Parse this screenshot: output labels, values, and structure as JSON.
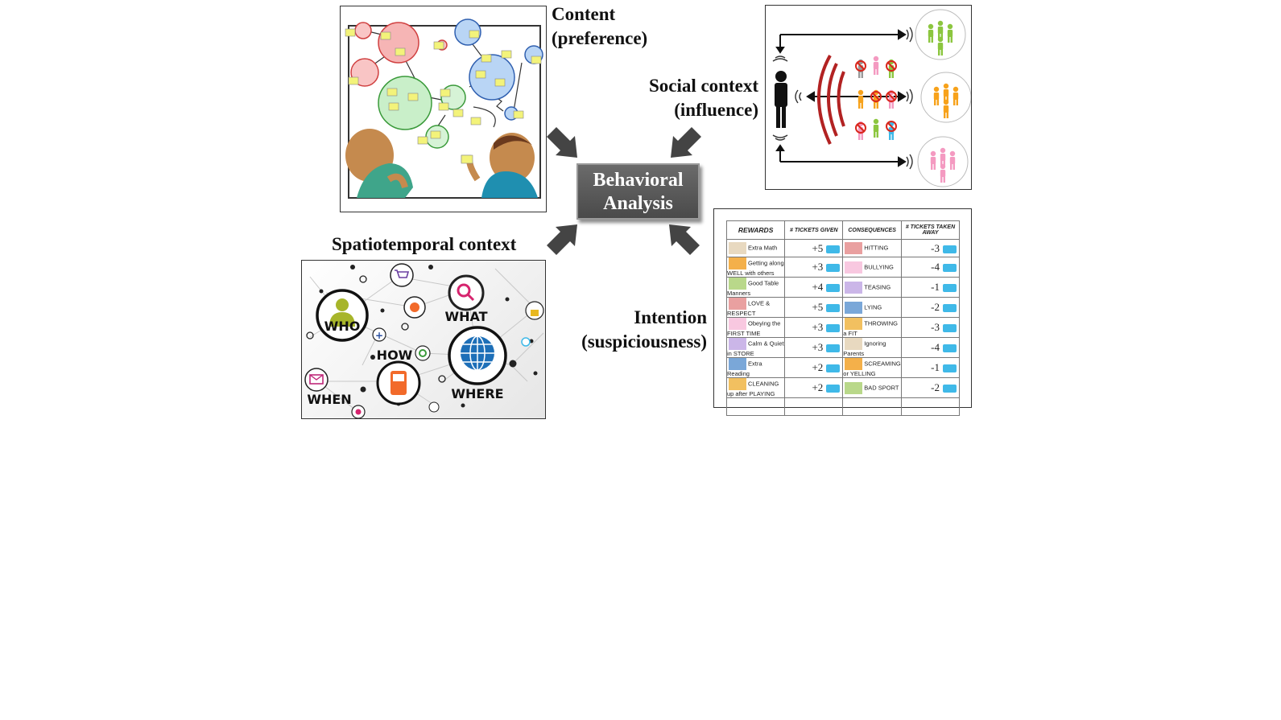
{
  "labels": {
    "content": [
      "Content",
      "(preference)"
    ],
    "social": [
      "Social context",
      "(influence)"
    ],
    "spatiotemporal": "Spatiotemporal context",
    "intention": [
      "Intention",
      "(suspiciousness)"
    ]
  },
  "center": [
    "Behavioral",
    "Analysis"
  ],
  "w5": {
    "who": "WHO",
    "what": "WHAT",
    "how": "HOW",
    "when": "WHEN",
    "where": "WHERE"
  },
  "rewards_table": {
    "headers": [
      "REWARDS",
      "# TICKETS GIVEN",
      "CONSEQUENCES",
      "# TICKETS TAKEN AWAY"
    ],
    "rows": [
      {
        "reward": "Extra Math",
        "given": "+5",
        "consequence": "HITTING",
        "taken": "-3"
      },
      {
        "reward": "Getting along WELL with others",
        "given": "+3",
        "consequence": "BULLYING",
        "taken": "-4"
      },
      {
        "reward": "Good Table Manners",
        "given": "+4",
        "consequence": "TEASING",
        "taken": "-1"
      },
      {
        "reward": "LOVE & RESPECT",
        "given": "+5",
        "consequence": "LYING",
        "taken": "-2"
      },
      {
        "reward": "Obeying the FIRST TIME",
        "given": "+3",
        "consequence": "THROWING a FIT",
        "taken": "-3"
      },
      {
        "reward": "Calm & Quiet in STORE",
        "given": "+3",
        "consequence": "Ignoring Parents",
        "taken": "-4"
      },
      {
        "reward": "Extra Reading",
        "given": "+2",
        "consequence": "SCREAMING or YELLING",
        "taken": "-1"
      },
      {
        "reward": "CLEANING up after PLAYING",
        "given": "+2",
        "consequence": "BAD SPORT",
        "taken": "-2"
      }
    ]
  },
  "icons": {
    "arrows": "thick-arrow-icon",
    "person": "person-icon",
    "group": "group-icon",
    "ticket": "ticket-icon"
  },
  "colors": {
    "center_box": "#555555",
    "group_green": "#8cc63f",
    "group_orange": "#f7a21b",
    "group_pink": "#f49ac1",
    "ticket": "#3fb9e8",
    "wave_red": "#b22222"
  }
}
